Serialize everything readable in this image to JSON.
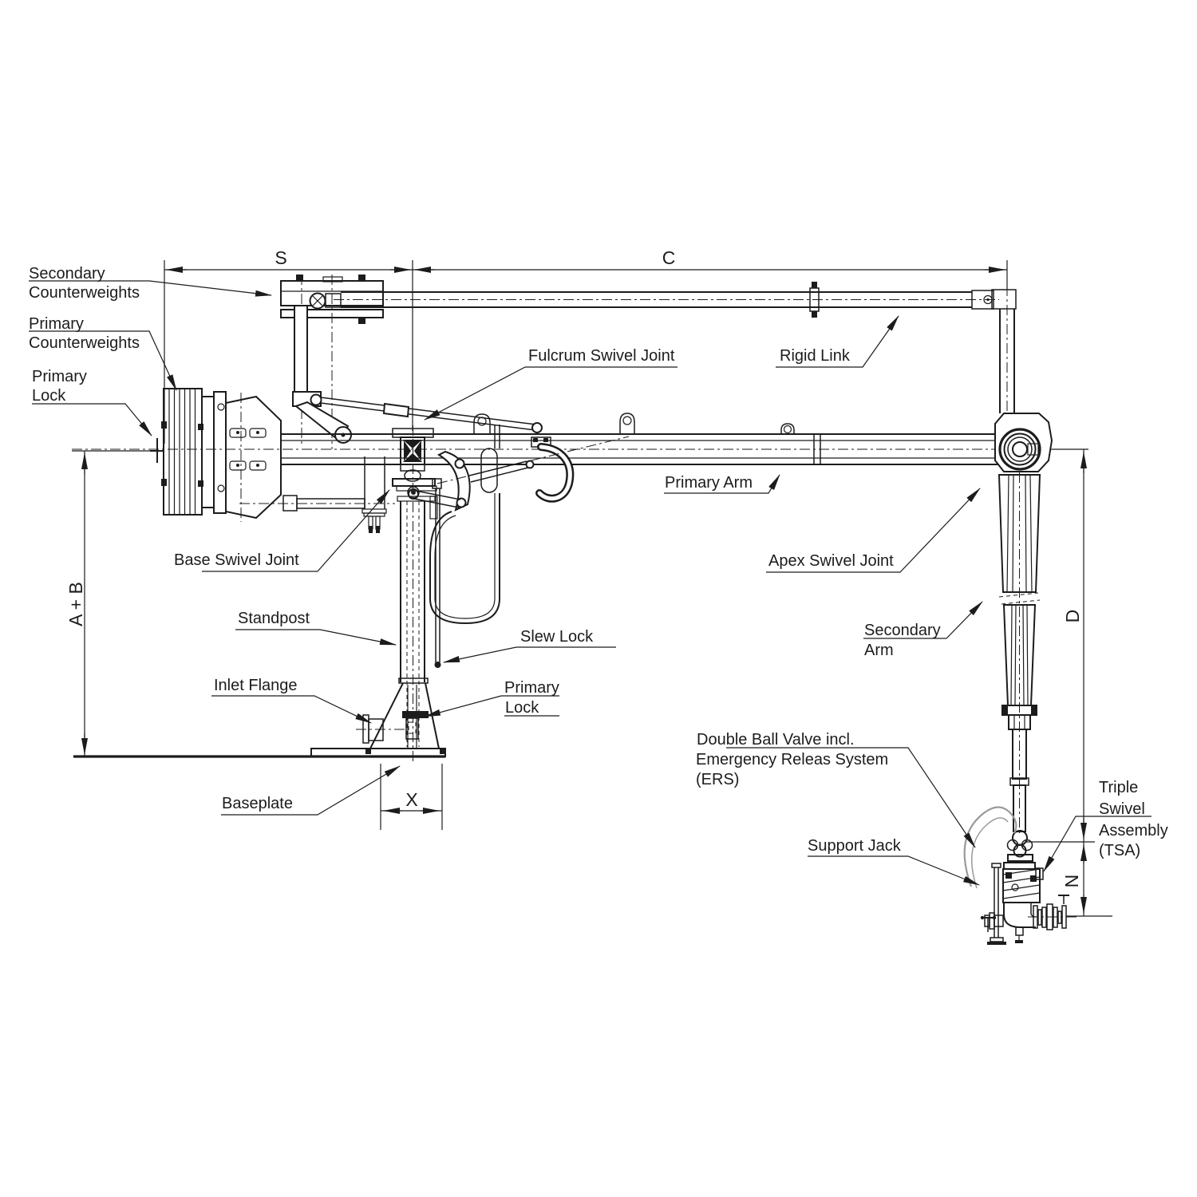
{
  "labels": {
    "secondary_counterweights": {
      "l1": "Secondary",
      "l2": "Counterweights"
    },
    "primary_counterweights": {
      "l1": "Primary",
      "l2": "Counterweights"
    },
    "primary_lock_upper": {
      "l1": "Primary",
      "l2": "Lock"
    },
    "fulcrum_swivel_joint": {
      "l1": "Fulcrum Swivel Joint"
    },
    "rigid_link": {
      "l1": "Rigid Link"
    },
    "primary_arm": {
      "l1": "Primary Arm"
    },
    "base_swivel_joint": {
      "l1": "Base Swivel Joint"
    },
    "apex_swivel_joint": {
      "l1": "Apex Swivel Joint"
    },
    "standpost": {
      "l1": "Standpost"
    },
    "slew_lock": {
      "l1": "Slew Lock"
    },
    "secondary_arm": {
      "l1": "Secondary",
      "l2": "Arm"
    },
    "inlet_flange": {
      "l1": "Inlet Flange"
    },
    "primary_lock_lower": {
      "l1": "Primary",
      "l2": "Lock"
    },
    "double_ball_valve_ers": {
      "l1": "Double Ball Valve incl.",
      "l2": "Emergency Releas System",
      "l3": "(ERS)"
    },
    "baseplate": {
      "l1": "Baseplate"
    },
    "support_jack": {
      "l1": "Support Jack"
    },
    "triple_swivel_assembly": {
      "l1": "Triple",
      "l2": "Swivel",
      "l3": "Assembly",
      "l4": "(TSA)"
    }
  },
  "dimensions": {
    "s": "S",
    "c": "C",
    "a_plus_b": "A + B",
    "d": "D",
    "x": "X",
    "n": "N"
  },
  "colors": {
    "line": "#1c1c1c",
    "hose": "#9a9a9a",
    "background": "#ffffff"
  }
}
